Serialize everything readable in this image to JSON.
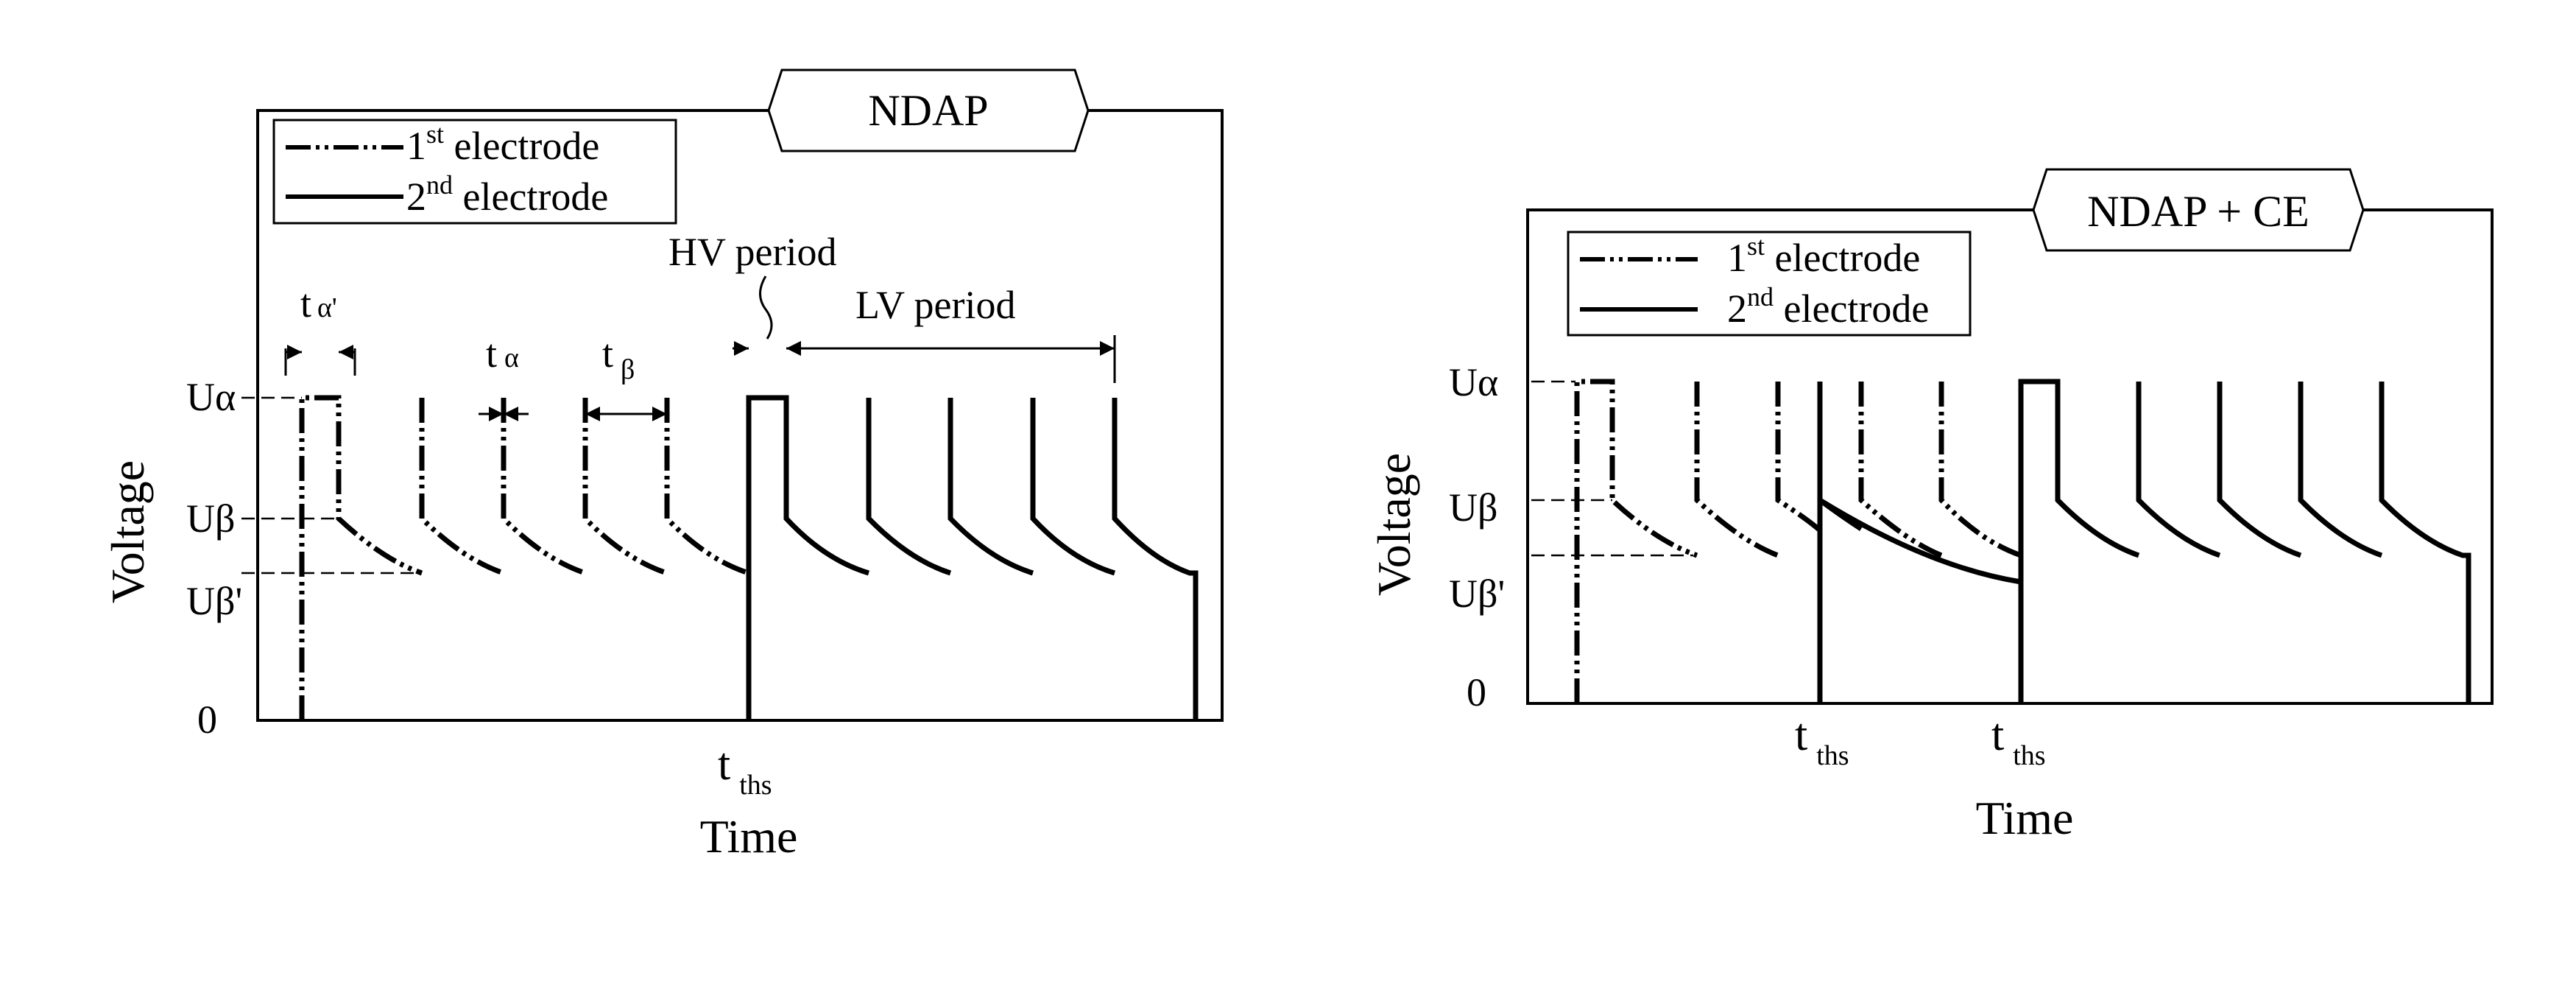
{
  "panels": [
    {
      "title": "NDAP",
      "legend": [
        {
          "label": "1",
          "sup": "st",
          "rest": " electrode",
          "style": "dash-dot-dot"
        },
        {
          "label": "2",
          "sup": "nd",
          "rest": " electrode",
          "style": "solid"
        }
      ],
      "y_ticks": [
        "Uα",
        "Uβ",
        "Uβ'",
        "0"
      ],
      "y_axis_label": "Voltage",
      "x_axis_label": "Time",
      "annotations": {
        "t_alpha_prime": {
          "t": "t",
          "sub": "α'"
        },
        "t_alpha": {
          "t": "t",
          "sub": "α"
        },
        "t_beta": {
          "t": "t",
          "sub": "β"
        },
        "hv_period": "HV period",
        "lv_period": "LV period"
      },
      "x_markers": [
        {
          "t": "t",
          "sub": "ths"
        }
      ]
    },
    {
      "title": "NDAP + CE",
      "legend": [
        {
          "label": "1",
          "sup": "st",
          "rest": "  electrode",
          "style": "dash-dot-dot"
        },
        {
          "label": "2",
          "sup": "nd",
          "rest": " electrode",
          "style": "solid"
        }
      ],
      "y_ticks": [
        "Uα",
        "Uβ",
        "Uβ'",
        "0"
      ],
      "y_axis_label": "Voltage",
      "x_axis_label": "Time",
      "x_markers": [
        {
          "t": "t",
          "sub": "ths"
        },
        {
          "t": "t",
          "sub": "ths"
        }
      ]
    }
  ]
}
